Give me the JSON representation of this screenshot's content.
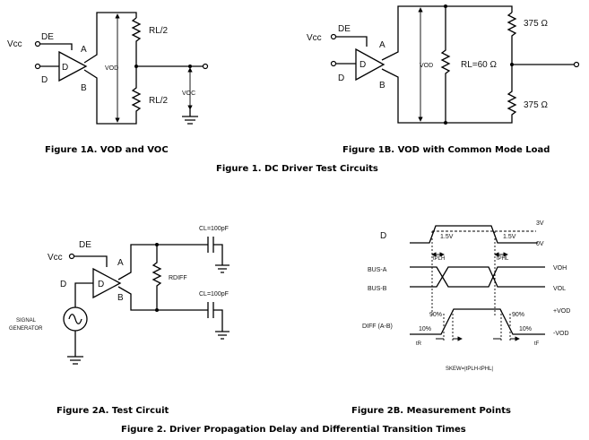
{
  "figure1": {
    "a": {
      "vcc": "Vcc",
      "de": "DE",
      "d": "D",
      "a": "A",
      "b": "B",
      "gate": "D",
      "vod": "VOD",
      "rl_top": "RL/2",
      "rl_bot": "RL/2",
      "voc": "VOC",
      "caption": "Figure 1A. VOD and VOC"
    },
    "b": {
      "vcc": "Vcc",
      "de": "DE",
      "d": "D",
      "a": "A",
      "b": "B",
      "gate": "D",
      "vod": "VOD",
      "rl": "RL=60 Ω",
      "r_top": "375 Ω",
      "r_bot": "375 Ω",
      "caption": "Figure 1B. VOD with Common Mode Load"
    },
    "caption": "Figure 1. DC Driver Test Circuits"
  },
  "figure2": {
    "a": {
      "vcc": "Vcc",
      "de": "DE",
      "d": "D",
      "a": "A",
      "b": "B",
      "gate": "D",
      "rdiff": "RDIFF",
      "cl_top": "CL=100pF",
      "cl_bot": "CL=100pF",
      "gen_line1": "SIGNAL",
      "gen_line2": "GENERATOR",
      "caption": "Figure 2A. Test Circuit"
    },
    "b": {
      "d": "D",
      "v3": "3V",
      "v0": "0V",
      "v15a": "1.5V",
      "v15b": "1.5V",
      "tplh": "tPLH",
      "tphl": "tPHL",
      "bus_a": "BUS-A",
      "voh": "VOH",
      "bus_b": "BUS-B",
      "vol": "VOL",
      "diff": "DIFF (A-B)",
      "pvod": "+VOD",
      "mvod": "-VOD",
      "p90a": "90%",
      "p90b": "90%",
      "p10a": "10%",
      "p10b": "10%",
      "tr": "tR",
      "tf": "tF",
      "skew": "SKEW=|tPLH-tPHL|",
      "caption": "Figure 2B. Measurement Points"
    },
    "caption": "Figure 2. Driver Propagation Delay and Differential Transition Times"
  }
}
